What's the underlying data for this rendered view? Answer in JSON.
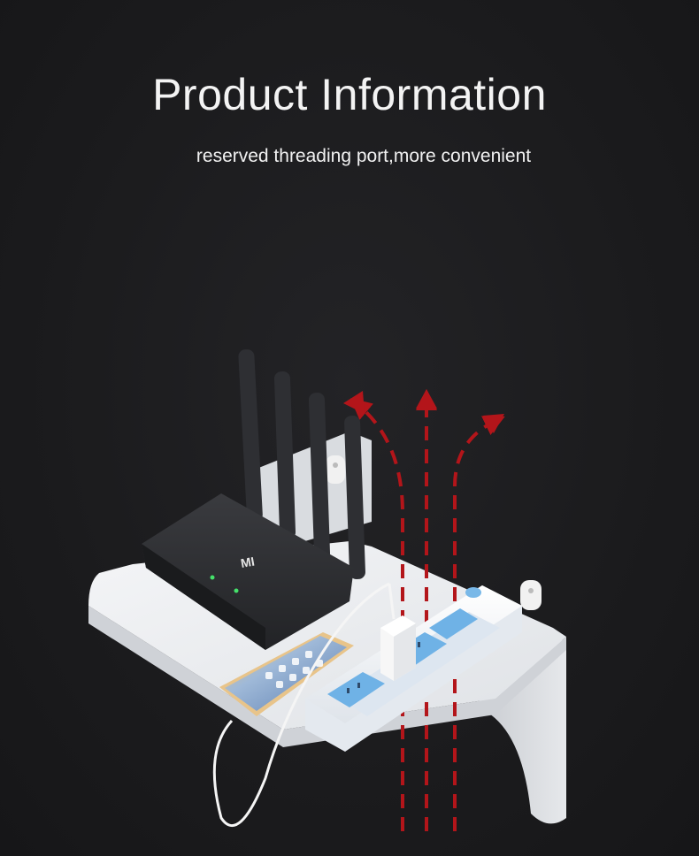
{
  "header": {
    "title": "Product Information",
    "subtitle": "reserved threading port,more convenient"
  },
  "product": {
    "router_logo": "MI"
  },
  "colors": {
    "background": "#1b1b1d",
    "arrow": "#b3151a",
    "shelf": "#e9ebee",
    "router": "#2b2c2f",
    "outlet_accent": "#6fb2e6"
  },
  "icons": [
    "up-arrow-icon",
    "curved-arrow-left-icon",
    "curved-arrow-right-icon"
  ]
}
